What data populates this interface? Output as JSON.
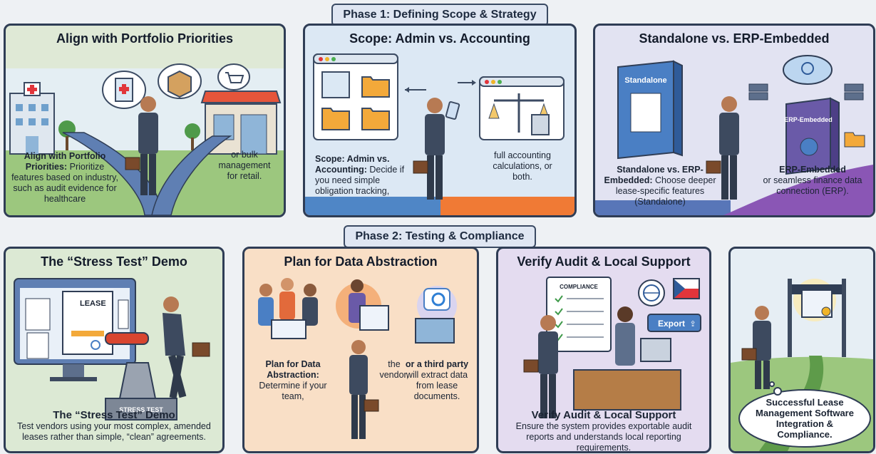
{
  "phase1": {
    "label": "Phase 1: Defining Scope & Strategy"
  },
  "phase2": {
    "label": "Phase 2: Testing & Compliance"
  },
  "panels": {
    "portfolio": {
      "title": "Align with Portfolio Priorities",
      "cap_bold": "Align with Portfolio Priorities:",
      "cap_left": "Prioritize features based on industry, such as audit evidence for healthcare",
      "cap_right": "or bulk management for retail."
    },
    "scope": {
      "title": "Scope: Admin vs. Accounting",
      "cap_bold": "Scope: Admin vs. Accounting:",
      "cap_left": "Decide if you need simple obligation tracking,",
      "cap_right": "full accounting calculations, or both."
    },
    "standalone": {
      "title": "Standalone vs. ERP-Embedded",
      "book_label": "Standalone",
      "erp_label": "ERP-Embedded",
      "cap_bold": "Standalone vs. ERP-Embedded:",
      "cap_left": "Choose deeper lease-specific features (Standalone)",
      "cap_right_bold": "ERP-Embedded",
      "cap_right": "or seamless finance data connection (ERP)."
    },
    "stress": {
      "title": "The “Stress Test” Demo",
      "doc_label": "LEASE",
      "machine_label": "STRESS TEST",
      "cap_title": "The “Stress Test” Demo",
      "cap_body": "Test vendors using your most complex, amended leases rather than simple, “clean” agreements."
    },
    "abstraction": {
      "title": "Plan for Data Abstraction",
      "cap_bold": "Plan for Data Abstraction:",
      "cap_left": "Determine if your team,",
      "cap_mid": "the vendor,",
      "cap_right_bold": "or a third party",
      "cap_right": "will extract data from lease documents."
    },
    "audit": {
      "title": "Verify Audit & Local Support",
      "board_label": "COMPLIANCE",
      "export_label": "Export",
      "cap_title": "Verify Audit & Local Support",
      "cap_body": "Ensure the system provides exportable audit reports and understands local reporting requirements."
    },
    "finish": {
      "bubble": "Successful Lease Management Software Integration & Compliance."
    }
  }
}
